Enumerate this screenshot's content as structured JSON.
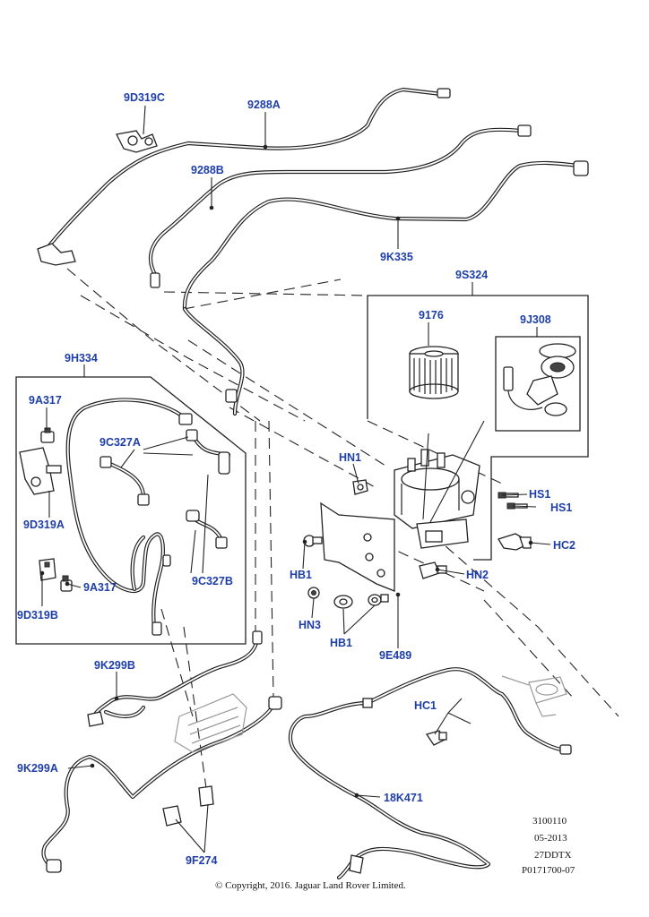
{
  "labels": {
    "p9D319C": "9D319C",
    "p9288A": "9288A",
    "p9288B": "9288B",
    "p9K335": "9K335",
    "p9S324": "9S324",
    "p9176": "9176",
    "p9J308": "9J308",
    "p9H334": "9H334",
    "p9A317_top": "9A317",
    "p9C327A": "9C327A",
    "p9D319A": "9D319A",
    "p9C327B": "9C327B",
    "p9A317_bottom": "9A317",
    "p9D319B": "9D319B",
    "pHN1": "HN1",
    "pHS1_a": "HS1",
    "pHS1_b": "HS1",
    "pHC2": "HC2",
    "pHB1_a": "HB1",
    "pHN2": "HN2",
    "pHN3": "HN3",
    "pHB1_b": "HB1",
    "p9E489": "9E489",
    "p9K299B": "9K299B",
    "pHC1": "HC1",
    "p9K299A": "9K299A",
    "p18K471": "18K471",
    "p9F274": "9F274"
  },
  "meta": {
    "code": "3100110",
    "date": "05-2013",
    "model": "27DDTX",
    "part_ref": "P0171700-07"
  },
  "copyright": "© Copyright, 2016. Jaguar Land Rover Limited.",
  "colors": {
    "label": "#1f3fa8",
    "line": "#222222",
    "background": "#ffffff"
  }
}
